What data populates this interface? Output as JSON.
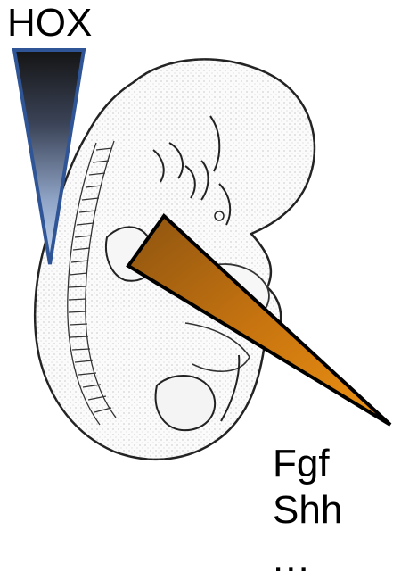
{
  "labels": {
    "hox": "HOX",
    "fgf": "Fgf",
    "shh": "Shh",
    "more": "..."
  },
  "colors": {
    "hox_gradient_top": "#141414",
    "hox_gradient_bottom": "#bcd0ee",
    "hox_outline": "#2f5597",
    "wedge_fill_dark": "#9a5a10",
    "wedge_fill_light": "#e68a10",
    "wedge_outline": "#000000",
    "embryo_outline": "#222222",
    "embryo_stipple": "#555555"
  },
  "icons": {
    "embryo": "embryo-drawing",
    "hox_gradient": "hox-gradient-wedge",
    "signal_gradient": "fgf-shh-gradient-wedge"
  }
}
